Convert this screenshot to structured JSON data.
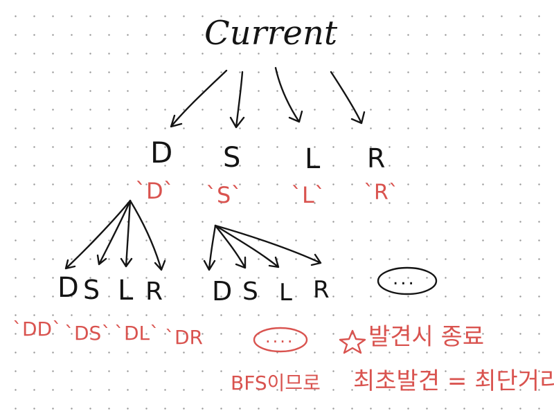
{
  "root": {
    "label": "Current"
  },
  "level1": {
    "ops": [
      "D",
      "S",
      "L",
      "R"
    ],
    "results": [
      "`D`",
      "`S`",
      "`L`",
      "`R`"
    ]
  },
  "level2": {
    "group_d_ops": [
      "D",
      "S",
      "L",
      "R"
    ],
    "group_s_ops": [
      "D",
      "S",
      "L",
      "R"
    ],
    "more": "...",
    "results": [
      "`DD`",
      "`DS`",
      "`DL`",
      "`DR"
    ],
    "results_more": "...."
  },
  "notes": {
    "stop_on_find": "발견시 종료",
    "bfs": "BFS이므로",
    "first_find_eq_shortest": "최초발견 = 최단거리"
  },
  "colors": {
    "ink": "#141414",
    "red": "#d9534f",
    "grid_dot": "#9a9a9a"
  }
}
